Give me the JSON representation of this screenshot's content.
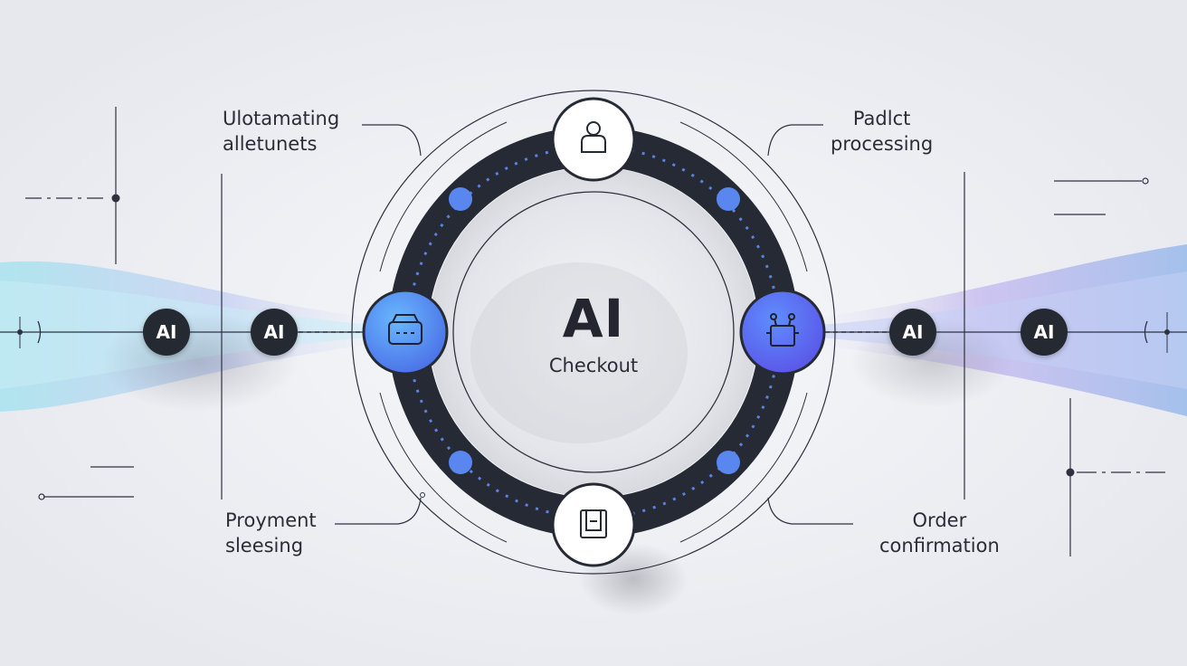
{
  "center": {
    "title": "AI",
    "subtitle": "Checkout"
  },
  "labels": {
    "top_left": [
      "Ulotamating",
      "alletunets"
    ],
    "top_right": [
      "Padlct",
      "processing"
    ],
    "bottom_left": [
      "Proyment",
      "sleesing"
    ],
    "bottom_right": [
      "Order",
      "confirmation"
    ]
  },
  "flow_badges": [
    "AI",
    "AI",
    "AI",
    "AI"
  ],
  "colors": {
    "ring": "#252a34",
    "accent_blue": "#5a86f0",
    "accent_violet": "#6a6ef0",
    "badge": "#252932",
    "background": "#eceef2"
  },
  "icons": {
    "top_node": "user-icon",
    "bottom_node": "shopping-bag-icon",
    "left_node": "cart-icon",
    "right_node": "robot-icon"
  }
}
